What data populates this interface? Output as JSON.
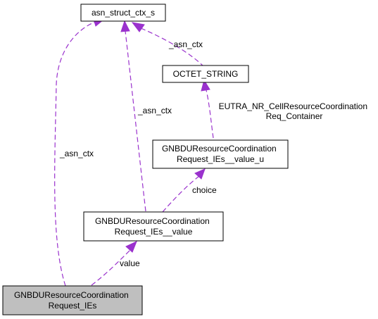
{
  "diagram": {
    "nodes": {
      "asn_struct_ctx_s": {
        "lines": [
          "asn_struct_ctx_s"
        ],
        "highlight": false
      },
      "octet_string": {
        "lines": [
          "OCTET_STRING"
        ],
        "highlight": false
      },
      "value_u": {
        "lines": [
          "GNBDUResourceCoordination",
          "Request_IEs__value_u"
        ],
        "highlight": false
      },
      "value": {
        "lines": [
          "GNBDUResourceCoordination",
          "Request_IEs__value"
        ],
        "highlight": false
      },
      "ies": {
        "lines": [
          "GNBDUResourceCoordination",
          "Request_IEs"
        ],
        "highlight": true
      }
    },
    "edges": {
      "octet_to_ctx": {
        "label": [
          "_asn_ctx"
        ]
      },
      "value_to_ctx": {
        "label": [
          "_asn_ctx"
        ]
      },
      "ies_to_ctx": {
        "label": [
          "_asn_ctx"
        ]
      },
      "valueu_to_octet": {
        "label": [
          "EUTRA_NR_CellResourceCoordination",
          "Req_Container"
        ]
      },
      "value_to_valueu": {
        "label": [
          "choice"
        ]
      },
      "ies_to_value": {
        "label": [
          "value"
        ]
      }
    },
    "colors": {
      "edge": "#9a32cd",
      "highlight_fill": "#bfbfbf",
      "node_border": "#000000"
    }
  }
}
